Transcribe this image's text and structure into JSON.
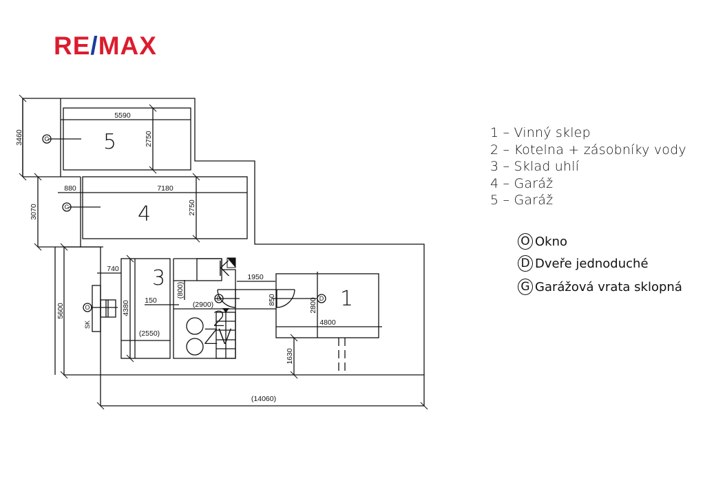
{
  "logo": {
    "part1": "RE",
    "slash": "/",
    "part2": "MAX",
    "red": "#dc1c2e",
    "blue": "#1a3d9a"
  },
  "rooms": [
    "1",
    "2",
    "3",
    "4",
    "5",
    "K",
    "ZV"
  ],
  "dimensions": {
    "d3460": "3460",
    "d5590": "5590",
    "d2750a": "2750",
    "d3070": "3070",
    "d880": "880",
    "d7180": "7180",
    "d2750b": "2750",
    "d5600": "5600",
    "d740": "740",
    "d4380": "4380",
    "d150": "150",
    "d800": "(800)",
    "d2900": "(2900)",
    "d2550": "(2550)",
    "d1950": "1950",
    "d850": "850",
    "d2800": "2800",
    "d4800": "4800",
    "d1630": "1630",
    "d14060": "(14060)"
  },
  "symbols": {
    "window": "O",
    "door": "D",
    "garage": "G",
    "chimney": "SK"
  },
  "legend": [
    "1 – Vinný sklep",
    "2 – Kotelna + zásobníky vody",
    "3 – Sklad uhlí",
    "4 – Garáž",
    "5 – Garáž"
  ],
  "symbol_legend": [
    {
      "symbol": "O",
      "label": "Okno"
    },
    {
      "symbol": "D",
      "label": "Dveře jednoduché"
    },
    {
      "symbol": "G",
      "label": "Garážová vrata sklopná"
    }
  ]
}
